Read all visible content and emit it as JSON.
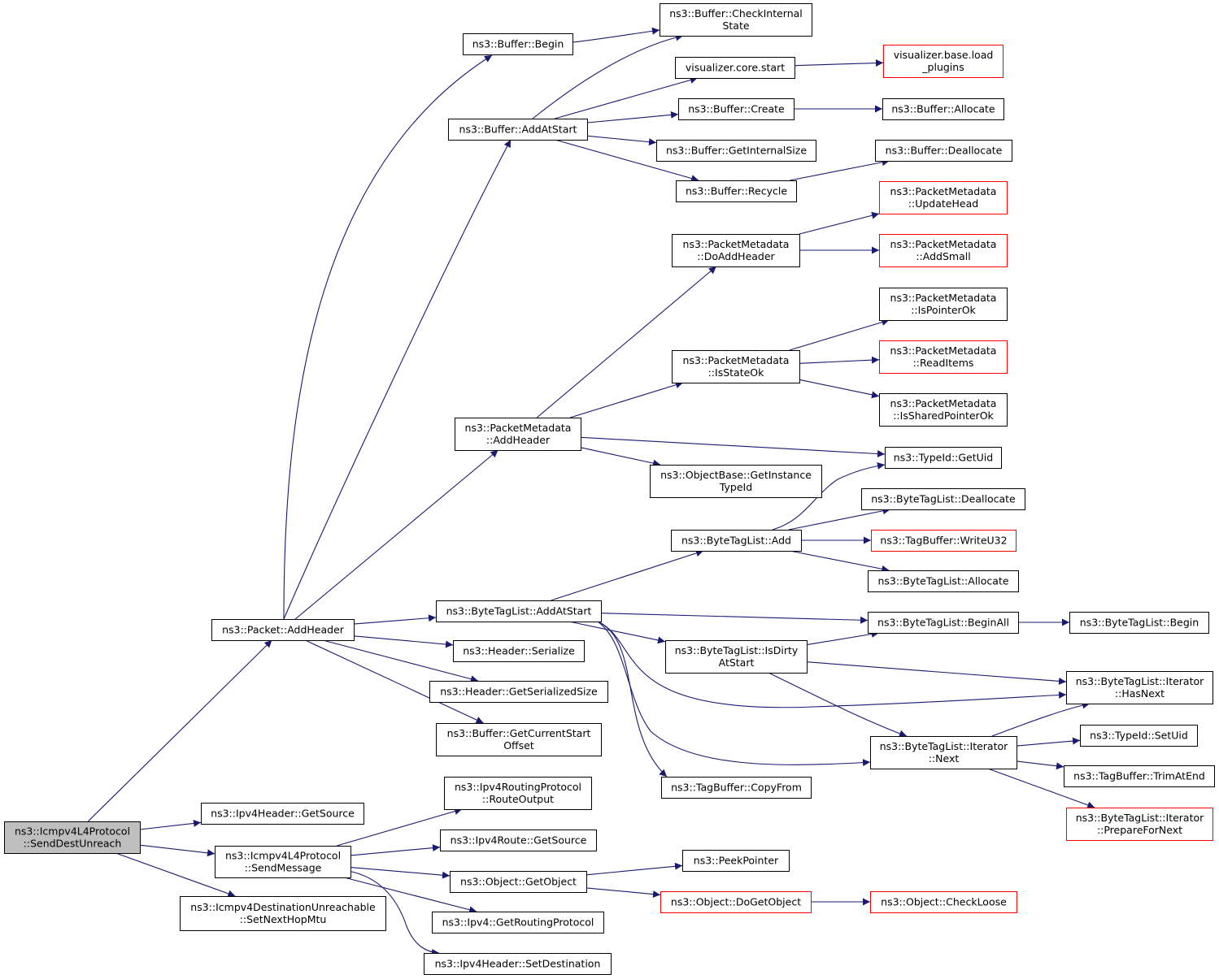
{
  "colors": {
    "edge": "#191970",
    "node_border": "#000000",
    "node_border_truncated": "#ff0000",
    "node_fill": "#ffffff",
    "root_fill": "#bfbfbf"
  },
  "nodes": [
    {
      "id": "root",
      "lines": [
        "ns3::Icmpv4L4Protocol",
        "::SendDestUnreach"
      ],
      "root": true
    },
    {
      "id": "packet_addheader",
      "lines": [
        "ns3::Packet::AddHeader"
      ]
    },
    {
      "id": "ipv4header_getsource",
      "lines": [
        "ns3::Ipv4Header::GetSource"
      ]
    },
    {
      "id": "sendmessage",
      "lines": [
        "ns3::Icmpv4L4Protocol",
        "::SendMessage"
      ]
    },
    {
      "id": "setnexthopmtu",
      "lines": [
        "ns3::Icmpv4DestinationUnreachable",
        "::SetNextHopMtu"
      ]
    },
    {
      "id": "buffer_begin",
      "lines": [
        "ns3::Buffer::Begin"
      ]
    },
    {
      "id": "buffer_addatstart",
      "lines": [
        "ns3::Buffer::AddAtStart"
      ]
    },
    {
      "id": "pm_addheader",
      "lines": [
        "ns3::PacketMetadata",
        "::AddHeader"
      ]
    },
    {
      "id": "btl_addatstart",
      "lines": [
        "ns3::ByteTagList::AddAtStart"
      ]
    },
    {
      "id": "header_serialize",
      "lines": [
        "ns3::Header::Serialize"
      ]
    },
    {
      "id": "header_getserializedsize",
      "lines": [
        "ns3::Header::GetSerializedSize"
      ]
    },
    {
      "id": "buffer_getcurrentstartoffset",
      "lines": [
        "ns3::Buffer::GetCurrentStart",
        "Offset"
      ]
    },
    {
      "id": "ipv4rp_routeoutput",
      "lines": [
        "ns3::Ipv4RoutingProtocol",
        "::RouteOutput"
      ]
    },
    {
      "id": "ipv4route_getsource",
      "lines": [
        "ns3::Ipv4Route::GetSource"
      ]
    },
    {
      "id": "object_getobject",
      "lines": [
        "ns3::Object::GetObject"
      ]
    },
    {
      "id": "ipv4_getroutingprotocol",
      "lines": [
        "ns3::Ipv4::GetRoutingProtocol"
      ]
    },
    {
      "id": "ipv4header_setdestination",
      "lines": [
        "ns3::Ipv4Header::SetDestination"
      ]
    },
    {
      "id": "buffer_checkinternalstate",
      "lines": [
        "ns3::Buffer::CheckInternal",
        "State"
      ]
    },
    {
      "id": "visualizer_core_start",
      "lines": [
        "visualizer.core.start"
      ]
    },
    {
      "id": "buffer_create",
      "lines": [
        "ns3::Buffer::Create"
      ]
    },
    {
      "id": "buffer_getinternalsize",
      "lines": [
        "ns3::Buffer::GetInternalSize"
      ]
    },
    {
      "id": "buffer_recycle",
      "lines": [
        "ns3::Buffer::Recycle"
      ]
    },
    {
      "id": "pm_doaddheader",
      "lines": [
        "ns3::PacketMetadata",
        "::DoAddHeader"
      ]
    },
    {
      "id": "pm_isstateok",
      "lines": [
        "ns3::PacketMetadata",
        "::IsStateOk"
      ]
    },
    {
      "id": "objectbase_getinstancetypeid",
      "lines": [
        "ns3::ObjectBase::GetInstance",
        "TypeId"
      ]
    },
    {
      "id": "btl_add",
      "lines": [
        "ns3::ByteTagList::Add"
      ]
    },
    {
      "id": "btl_isdirtyatstart",
      "lines": [
        "ns3::ByteTagList::IsDirty",
        "AtStart"
      ]
    },
    {
      "id": "tagbuffer_copyfrom",
      "lines": [
        "ns3::TagBuffer::CopyFrom"
      ]
    },
    {
      "id": "peekpointer",
      "lines": [
        "ns3::PeekPointer"
      ]
    },
    {
      "id": "object_dogetobject",
      "lines": [
        "ns3::Object::DoGetObject"
      ],
      "truncated": true
    },
    {
      "id": "visualizer_base_load_plugins",
      "lines": [
        "visualizer.base.load",
        "_plugins"
      ],
      "truncated": true
    },
    {
      "id": "buffer_allocate",
      "lines": [
        "ns3::Buffer::Allocate"
      ]
    },
    {
      "id": "buffer_deallocate",
      "lines": [
        "ns3::Buffer::Deallocate"
      ]
    },
    {
      "id": "pm_updatehead",
      "lines": [
        "ns3::PacketMetadata",
        "::UpdateHead"
      ],
      "truncated": true
    },
    {
      "id": "pm_addsmall",
      "lines": [
        "ns3::PacketMetadata",
        "::AddSmall"
      ],
      "truncated": true
    },
    {
      "id": "pm_ispointerok",
      "lines": [
        "ns3::PacketMetadata",
        "::IsPointerOk"
      ]
    },
    {
      "id": "pm_readitems",
      "lines": [
        "ns3::PacketMetadata",
        "::ReadItems"
      ],
      "truncated": true
    },
    {
      "id": "pm_issharedpointerok",
      "lines": [
        "ns3::PacketMetadata",
        "::IsSharedPointerOk"
      ]
    },
    {
      "id": "typeid_getuid",
      "lines": [
        "ns3::TypeId::GetUid"
      ]
    },
    {
      "id": "btl_deallocate",
      "lines": [
        "ns3::ByteTagList::Deallocate"
      ]
    },
    {
      "id": "tagbuffer_writeu32",
      "lines": [
        "ns3::TagBuffer::WriteU32"
      ],
      "truncated": true
    },
    {
      "id": "btl_allocate",
      "lines": [
        "ns3::ByteTagList::Allocate"
      ]
    },
    {
      "id": "btl_beginall",
      "lines": [
        "ns3::ByteTagList::BeginAll"
      ]
    },
    {
      "id": "btl_iterator_next",
      "lines": [
        "ns3::ByteTagList::Iterator",
        "::Next"
      ]
    },
    {
      "id": "object_checkloose",
      "lines": [
        "ns3::Object::CheckLoose"
      ],
      "truncated": true
    },
    {
      "id": "btl_begin",
      "lines": [
        "ns3::ByteTagList::Begin"
      ]
    },
    {
      "id": "btl_iterator_hasnext",
      "lines": [
        "ns3::ByteTagList::Iterator",
        "::HasNext"
      ]
    },
    {
      "id": "typeid_setuid",
      "lines": [
        "ns3::TypeId::SetUid"
      ]
    },
    {
      "id": "tagbuffer_trimatend",
      "lines": [
        "ns3::TagBuffer::TrimAtEnd"
      ]
    },
    {
      "id": "btl_iterator_preparefornext",
      "lines": [
        "ns3::ByteTagList::Iterator",
        "::PrepareForNext"
      ],
      "truncated": true
    }
  ],
  "edges": [
    [
      "root",
      "packet_addheader"
    ],
    [
      "root",
      "ipv4header_getsource"
    ],
    [
      "root",
      "sendmessage"
    ],
    [
      "root",
      "setnexthopmtu"
    ],
    [
      "packet_addheader",
      "buffer_begin"
    ],
    [
      "packet_addheader",
      "buffer_addatstart"
    ],
    [
      "packet_addheader",
      "pm_addheader"
    ],
    [
      "packet_addheader",
      "btl_addatstart"
    ],
    [
      "packet_addheader",
      "header_serialize"
    ],
    [
      "packet_addheader",
      "header_getserializedsize"
    ],
    [
      "packet_addheader",
      "buffer_getcurrentstartoffset"
    ],
    [
      "sendmessage",
      "ipv4rp_routeoutput"
    ],
    [
      "sendmessage",
      "ipv4route_getsource"
    ],
    [
      "sendmessage",
      "object_getobject"
    ],
    [
      "sendmessage",
      "ipv4_getroutingprotocol"
    ],
    [
      "sendmessage",
      "ipv4header_setdestination"
    ],
    [
      "buffer_begin",
      "buffer_checkinternalstate"
    ],
    [
      "buffer_addatstart",
      "buffer_checkinternalstate"
    ],
    [
      "buffer_addatstart",
      "visualizer_core_start"
    ],
    [
      "buffer_addatstart",
      "buffer_create"
    ],
    [
      "buffer_addatstart",
      "buffer_getinternalsize"
    ],
    [
      "buffer_addatstart",
      "buffer_recycle"
    ],
    [
      "visualizer_core_start",
      "visualizer_base_load_plugins"
    ],
    [
      "buffer_create",
      "buffer_allocate"
    ],
    [
      "buffer_recycle",
      "buffer_deallocate"
    ],
    [
      "pm_addheader",
      "pm_doaddheader"
    ],
    [
      "pm_addheader",
      "pm_isstateok"
    ],
    [
      "pm_addheader",
      "typeid_getuid"
    ],
    [
      "pm_addheader",
      "objectbase_getinstancetypeid"
    ],
    [
      "pm_doaddheader",
      "pm_updatehead"
    ],
    [
      "pm_doaddheader",
      "pm_addsmall"
    ],
    [
      "pm_isstateok",
      "pm_ispointerok"
    ],
    [
      "pm_isstateok",
      "pm_readitems"
    ],
    [
      "pm_isstateok",
      "pm_issharedpointerok"
    ],
    [
      "btl_addatstart",
      "btl_add"
    ],
    [
      "btl_addatstart",
      "btl_beginall"
    ],
    [
      "btl_addatstart",
      "btl_isdirtyatstart"
    ],
    [
      "btl_addatstart",
      "btl_iterator_hasnext"
    ],
    [
      "btl_addatstart",
      "btl_iterator_next"
    ],
    [
      "btl_addatstart",
      "tagbuffer_copyfrom"
    ],
    [
      "btl_add",
      "typeid_getuid"
    ],
    [
      "btl_add",
      "btl_deallocate"
    ],
    [
      "btl_add",
      "tagbuffer_writeu32"
    ],
    [
      "btl_add",
      "btl_allocate"
    ],
    [
      "btl_beginall",
      "btl_begin"
    ],
    [
      "btl_isdirtyatstart",
      "btl_beginall"
    ],
    [
      "btl_isdirtyatstart",
      "btl_iterator_hasnext"
    ],
    [
      "btl_isdirtyatstart",
      "btl_iterator_next"
    ],
    [
      "btl_iterator_next",
      "btl_iterator_hasnext"
    ],
    [
      "btl_iterator_next",
      "typeid_setuid"
    ],
    [
      "btl_iterator_next",
      "tagbuffer_trimatend"
    ],
    [
      "btl_iterator_next",
      "btl_iterator_preparefornext"
    ],
    [
      "object_getobject",
      "peekpointer"
    ],
    [
      "object_getobject",
      "object_dogetobject"
    ],
    [
      "object_dogetobject",
      "object_checkloose"
    ]
  ]
}
